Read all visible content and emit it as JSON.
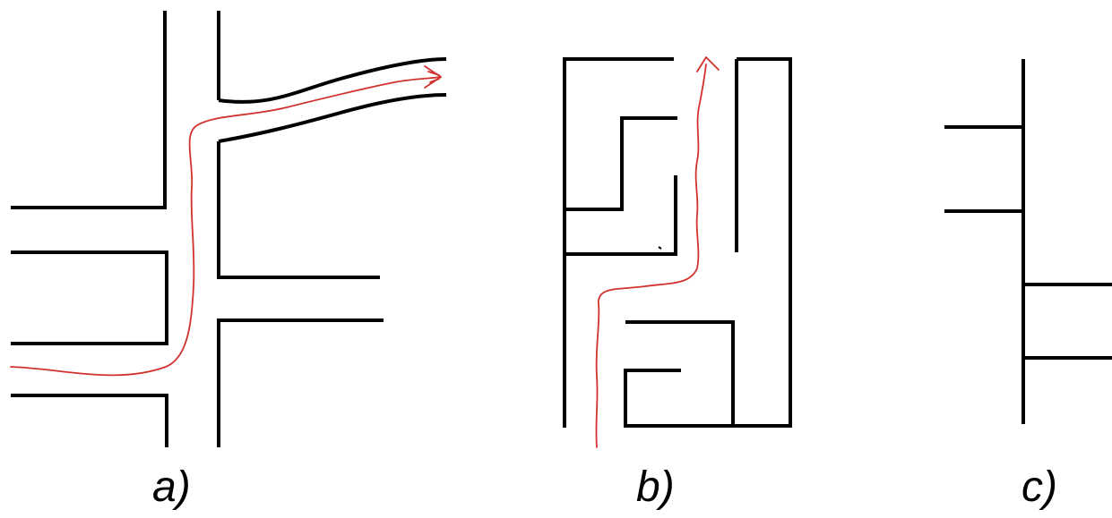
{
  "panels": [
    {
      "id": "a",
      "label": "a)"
    },
    {
      "id": "b",
      "label": "b)"
    },
    {
      "id": "c",
      "label": "c)"
    }
  ],
  "colors": {
    "walls": "#000000",
    "route": "#d2322d",
    "background": "#ffffff"
  }
}
